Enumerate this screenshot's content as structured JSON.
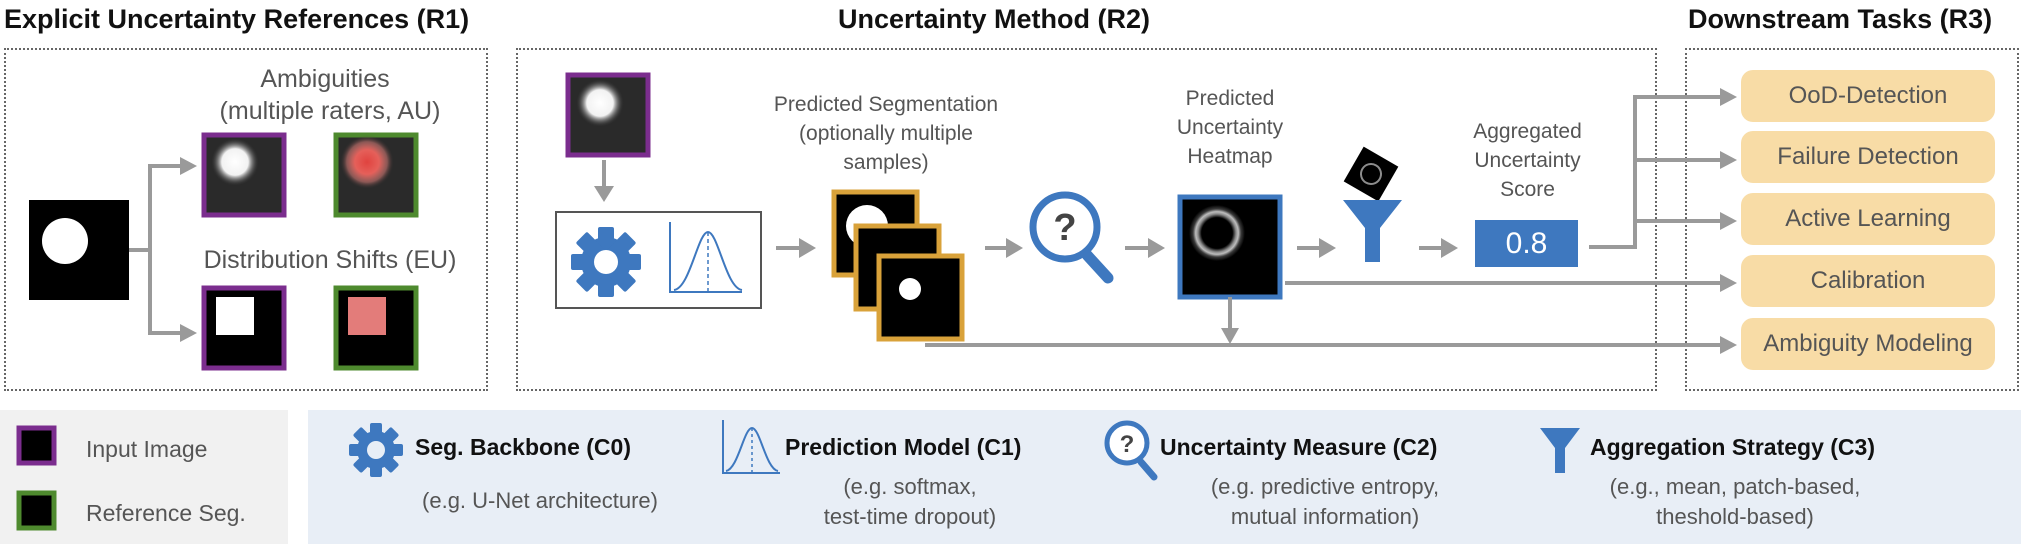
{
  "sections": {
    "r1": "Explicit Uncertainty References (R1)",
    "r2": "Uncertainty Method (R2)",
    "r3": "Downstream Tasks (R3)"
  },
  "r1": {
    "ambiguities": "Ambiguities",
    "ambiguities_sub": "(multiple raters, AU)",
    "shifts": "Distribution Shifts (EU)"
  },
  "r2": {
    "pred_seg": [
      "Predicted Segmentation",
      "(optionally multiple",
      "samples)"
    ],
    "heatmap": [
      "Predicted",
      "Uncertainty",
      "Heatmap"
    ],
    "aggregated": [
      "Aggregated",
      "Uncertainty",
      "Score"
    ],
    "score": "0.8"
  },
  "r3": {
    "tasks": [
      "OoD-Detection",
      "Failure Detection",
      "Active Learning",
      "Calibration",
      "Ambiguity Modeling"
    ]
  },
  "legend": {
    "input_image": "Input Image",
    "reference_seg": "Reference Seg.",
    "c0_title": "Seg. Backbone (C0)",
    "c0_sub": "(e.g. U-Net architecture)",
    "c1_title": "Prediction Model (C1)",
    "c1_sub": [
      "(e.g.  softmax,",
      "test-time dropout)"
    ],
    "c2_title": "Uncertainty Measure (C2)",
    "c2_sub": [
      "(e.g. predictive entropy,",
      "mutual information)"
    ],
    "c3_title": "Aggregation Strategy (C3)",
    "c3_sub": [
      "(e.g., mean, patch-based,",
      "theshold-based)"
    ]
  },
  "colors": {
    "input_border": "#7b2d8e",
    "reference_border": "#4e8a2e",
    "method_blue": "#3e78bf",
    "sample_border": "#d9a23a",
    "task_fill": "#f8dca6",
    "arrow_gray": "#9a9a9a"
  },
  "icons": [
    "gear-icon",
    "distribution-icon",
    "magnifier-question-icon",
    "funnel-icon"
  ]
}
